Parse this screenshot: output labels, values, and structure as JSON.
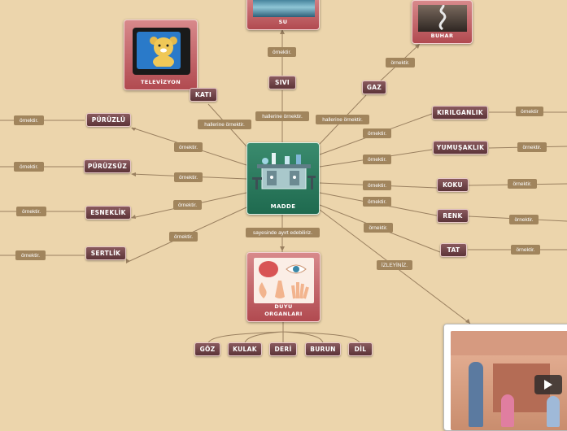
{
  "center": {
    "title": "MADDE"
  },
  "states": [
    {
      "label": "SIVI",
      "example": "örnektir.",
      "card": "SU"
    },
    {
      "label": "GAZ",
      "example": "örnektir.",
      "card": "BUHAR"
    },
    {
      "label": "KATI",
      "card": "TELEVİZYON"
    }
  ],
  "state_link_label": "hallerine örnektir.",
  "left_items": [
    {
      "label": "PÜRÜZLÜ",
      "link": "örnektir.",
      "example": "örnektir."
    },
    {
      "label": "PÜRÜZSÜZ",
      "link": "örnektir.",
      "example": "örnektir."
    },
    {
      "label": "ESNEKLİK",
      "link": "örnektir.",
      "example": "örnektir."
    },
    {
      "label": "SERTLİK",
      "link": "örnektir.",
      "example": "örnektir."
    }
  ],
  "right_items": [
    {
      "label": "KIRILGANLIK",
      "link": "örnektir.",
      "example": "örnektir"
    },
    {
      "label": "YUMUŞAKLIK",
      "link": "örnektir.",
      "example": "örnektir."
    },
    {
      "label": "KOKU",
      "link": "örnektir.",
      "example": "örnektir."
    },
    {
      "label": "RENK",
      "link": "örnektir.",
      "example": "örnektir."
    },
    {
      "label": "TAT",
      "link": "örnektir.",
      "example": "örnektir."
    }
  ],
  "senses": {
    "link": "sayesinde ayırt edebiliriz.",
    "title": "DUYU ORGANLARI",
    "items": [
      "GÖZ",
      "KULAK",
      "DERİ",
      "BURUN",
      "DİL"
    ]
  },
  "video_link": "İZLEYİNİZ."
}
